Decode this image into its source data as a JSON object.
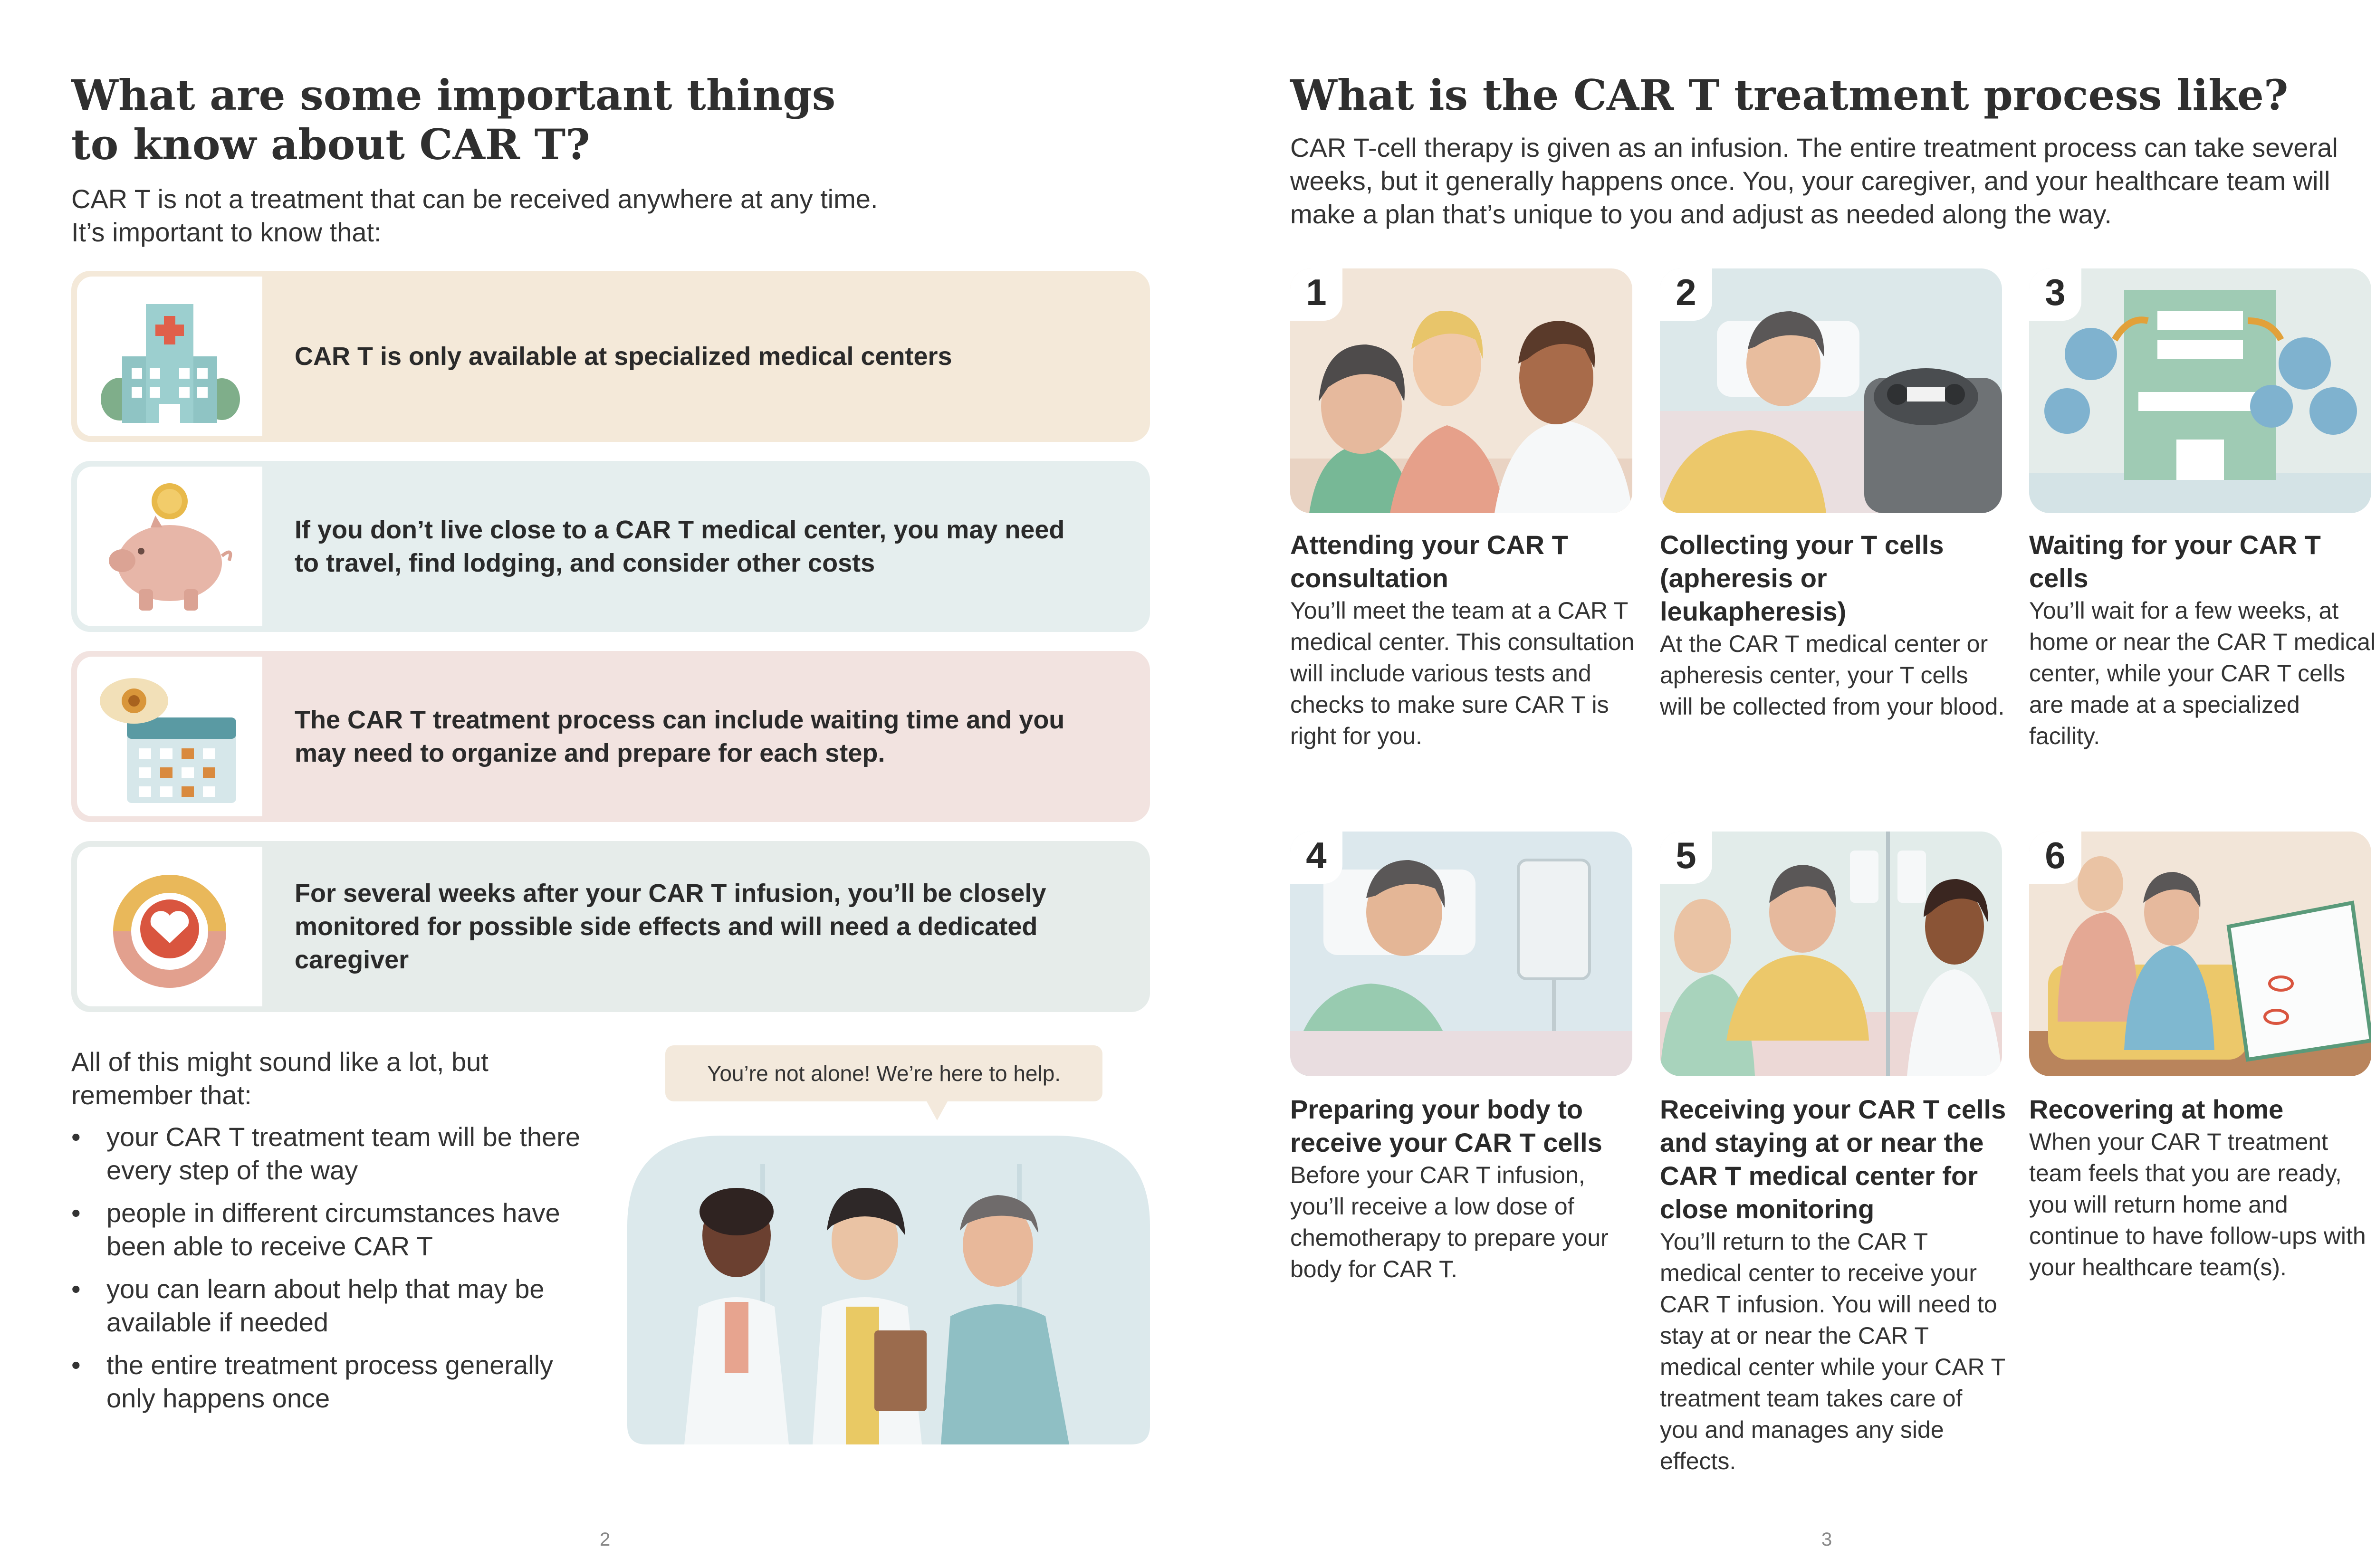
{
  "left": {
    "heading_line1": "What are some important things",
    "heading_line2": "to know about CAR T?",
    "intro_line1": "CAR T is not a treatment that can be received anywhere at any time.",
    "intro_line2": "It’s important to know that:",
    "cards": [
      {
        "icon": "hospital-icon",
        "text": "CAR T is only available at specialized medical centers"
      },
      {
        "icon": "piggy-bank-icon",
        "text": "If you don’t live close to a CAR T medical center, you may need to travel, find lodging, and consider other costs"
      },
      {
        "icon": "calendar-clock-icon",
        "text": "The CAR T treatment process can include waiting time and you may need to organize and prepare for each step."
      },
      {
        "icon": "heart-hands-icon",
        "text": "For several weeks after your CAR T infusion, you’ll be closely monitored for possible side effects and will need a dedicated caregiver"
      }
    ],
    "remember_intro": "All of this might sound like a lot, but remember that:",
    "remember_items": [
      "your CAR T treatment team will be there every step of the way",
      "people in different circumstances have been able to receive CAR T",
      "you can learn about help that may be available if needed",
      "the entire treatment process generally only happens once"
    ],
    "bubble": "You’re not alone! We’re here to help.",
    "page_number": "2"
  },
  "right": {
    "heading": "What is the CAR T treatment process like?",
    "intro": "CAR T-cell therapy is given as an infusion. The entire treatment process can take several weeks, but it generally happens once. You, your caregiver, and your healthcare team will make a plan that’s unique to you and adjust as needed along the way.",
    "steps": [
      {
        "number": "1",
        "title": "Attending your CAR T consultation",
        "body": "You’ll meet the team at a CAR T medical center. This consultation will include various tests and checks to make sure CAR T is right for you."
      },
      {
        "number": "2",
        "title": "Collecting your T cells (apheresis or leukapheresis)",
        "body": "At the CAR T medical center or apheresis center, your T cells will be collected from your blood."
      },
      {
        "number": "3",
        "title": "Waiting for your CAR T cells",
        "body": "You’ll wait for a few weeks, at home or near the CAR T medical center, while your CAR T cells are made at a specialized facility."
      },
      {
        "number": "4",
        "title": "Preparing your body to receive your CAR T cells",
        "body": "Before your CAR T infusion, you’ll receive a low dose of chemotherapy to prepare your body for CAR T."
      },
      {
        "number": "5",
        "title": "Receiving your CAR T cells and staying at or near the CAR T medical center for close monitoring",
        "body": "You’ll return to the CAR T medical center to receive your CAR T infusion. You will need to stay at or near the CAR T medical center while your CAR T treatment team takes care of you and manages any side effects."
      },
      {
        "number": "6",
        "title": "Recovering at home",
        "body": "When your CAR T treatment team feels that you are ready, you will return home and continue to have follow-ups with your healthcare team(s)."
      }
    ],
    "page_number": "3"
  }
}
